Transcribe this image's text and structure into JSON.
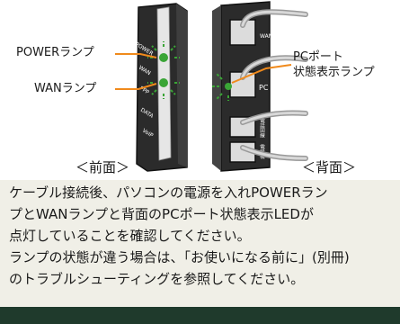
{
  "labels": {
    "power_lamp": "POWERランプ",
    "wan_lamp": "WANランプ",
    "pc_port_line1": "PCポート",
    "pc_port_line2": "状態表示ランプ",
    "front_caption": "＜前面＞",
    "back_caption": "＜背面＞"
  },
  "device_front": {
    "indicator_labels": [
      "POWER",
      "WAN",
      "PPP",
      "DATA",
      "VoIP"
    ]
  },
  "device_back": {
    "port_labels": [
      "WAN",
      "PC",
      "電話回線",
      "電話機"
    ]
  },
  "description": {
    "lines": [
      "ケーブル接続後、パソコンの電源を入れPOWERラン",
      "プとWANランプと背面のPCポート状態表示LEDが",
      "点灯していることを確認してください。",
      "ランプの状態が違う場合は、「お使いになる前に」(別冊)",
      "のトラブルシューティングを参照してください。"
    ]
  },
  "colors": {
    "led_green": "#3aa536",
    "callout_orange": "#f08a1c",
    "device_body": "#2b2b2b",
    "footer_bar": "#1f3a2c"
  }
}
